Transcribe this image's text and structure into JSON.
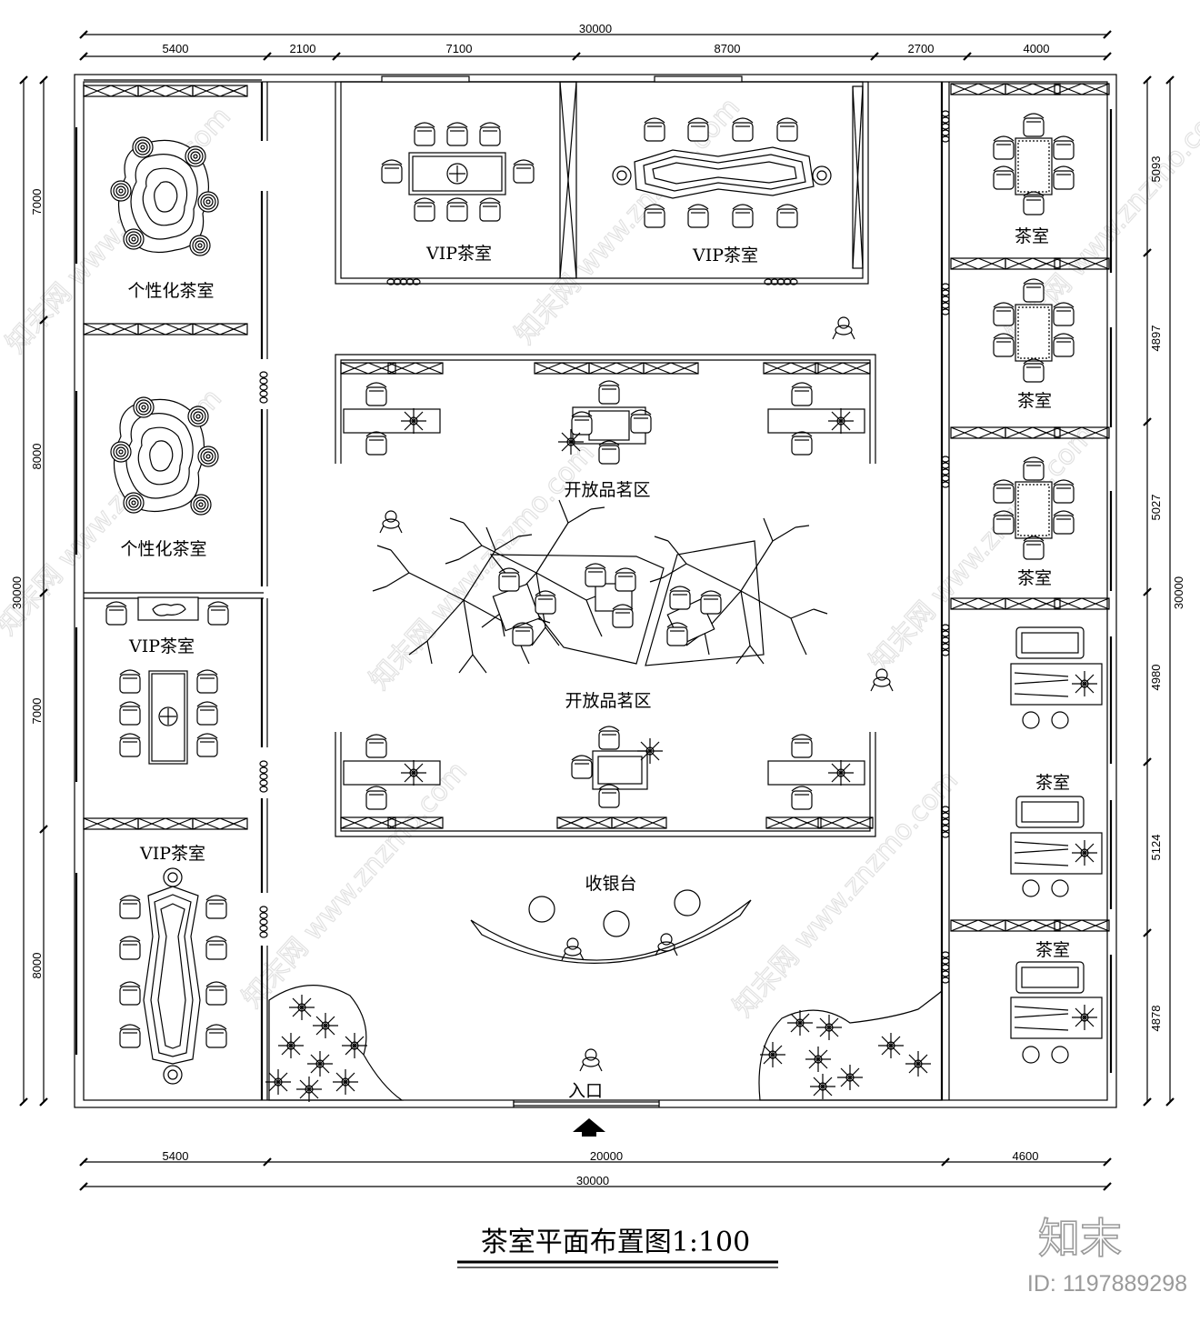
{
  "plan": {
    "title": "茶室平面布置图1:100",
    "brand_mark": "知末",
    "image_id": "ID: 1197889298",
    "watermark": "知末网 www.znzmo.com",
    "entrance_label": "入口",
    "cashier_label": "收银台"
  },
  "dimensions": {
    "top_overall": "30000",
    "top_segments": [
      "5400",
      "2100",
      "7100",
      "8700",
      "2700",
      "4000"
    ],
    "bottom_overall": "30000",
    "bottom_segments": [
      "5400",
      "20000",
      "4600"
    ],
    "left_overall": "30000",
    "left_segments": [
      "7000",
      "8000",
      "7000",
      "8000"
    ],
    "right_overall": "30000",
    "right_segments": [
      "5093",
      "4897",
      "5027",
      "4980",
      "5124",
      "4878"
    ]
  },
  "rooms": {
    "left_personal_1": "个性化茶室",
    "left_personal_2": "个性化茶室",
    "left_vip_1": "VIP茶室",
    "left_vip_2": "VIP茶室",
    "top_vip_1": "VIP茶室",
    "top_vip_2": "VIP茶室",
    "open_area_1": "开放品茗区",
    "open_area_2": "开放品茗区",
    "right_tea_1": "茶室",
    "right_tea_2": "茶室",
    "right_tea_3": "茶室",
    "right_tea_4": "茶室",
    "right_tea_5": "茶室"
  }
}
